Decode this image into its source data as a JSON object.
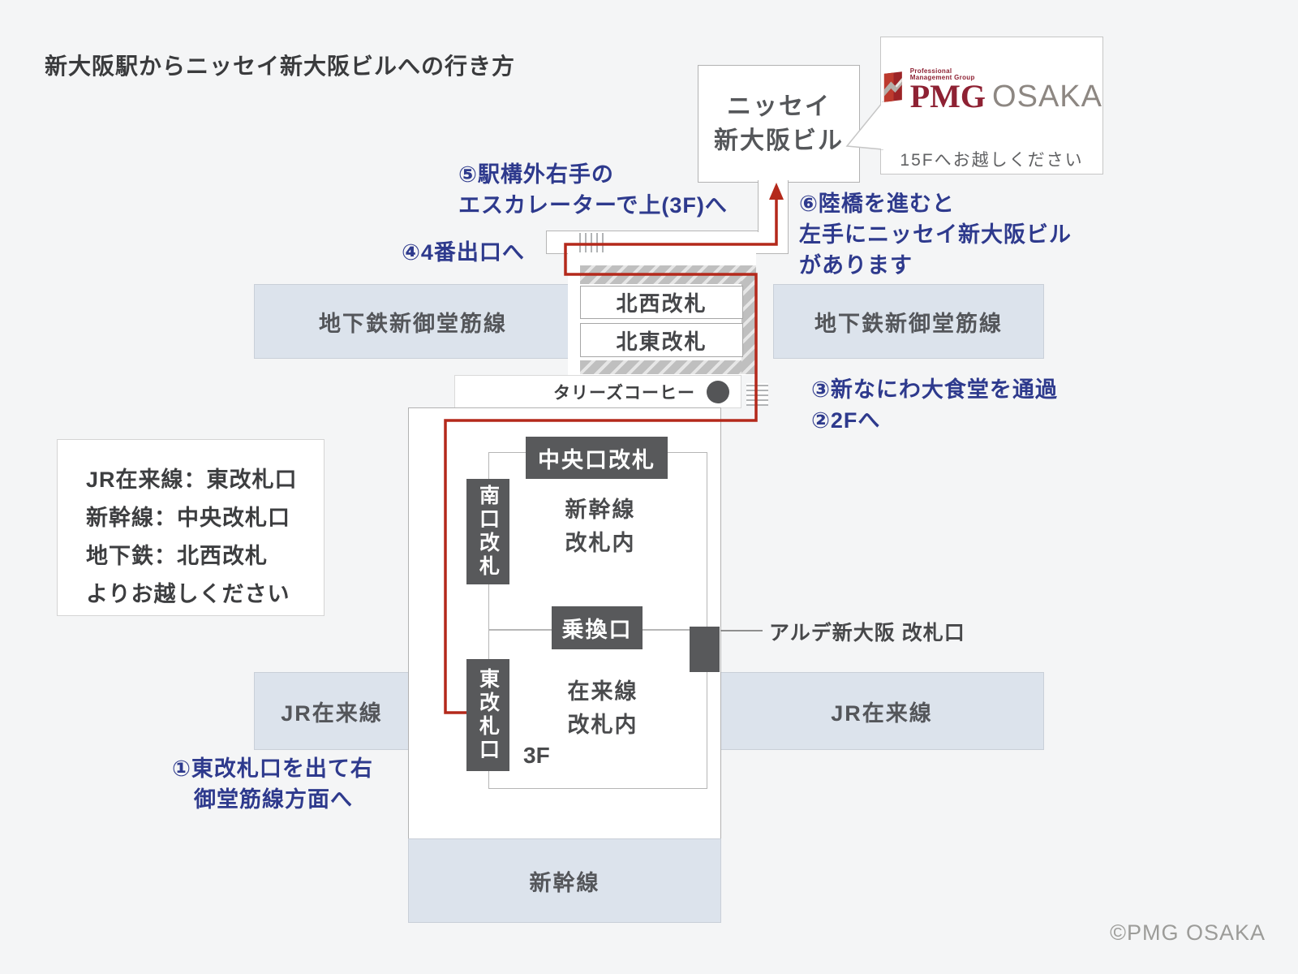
{
  "title": "新大阪駅からニッセイ新大阪ビルへの行き方",
  "building": {
    "line1": "ニッセイ",
    "line2": "新大阪ビル"
  },
  "pmg_bubble": {
    "logo_small": "Professional Management Group",
    "logo_main": "PMG",
    "logo_sub": "OSAKA",
    "message": "15Fへお越しください"
  },
  "annotations": {
    "step1": {
      "line1": "①東改札口を出て右",
      "line2": "御堂筋線方面へ"
    },
    "step23": {
      "line1": "③新なにわ大食堂を通過",
      "line2": "②2Fへ"
    },
    "step4": {
      "line1": "④4番出口へ"
    },
    "step5": {
      "line1": "⑤駅構外右手の",
      "line2": "エスカレーターで上(3F)へ"
    },
    "step6": {
      "line1": "⑥陸橋を進むと",
      "line2": "左手にニッセイ新大阪ビル",
      "line3": "があります"
    }
  },
  "station": {
    "subway_line_left": "地下鉄新御堂筋線",
    "subway_line_right": "地下鉄新御堂筋線",
    "gate_northwest": "北西改札",
    "gate_northeast": "北東改札",
    "tullys_coffee": "タリーズコーヒー",
    "gate_central": "中央口改札",
    "gate_south": "南口改札",
    "shinkansen_inside_line1": "新幹線",
    "shinkansen_inside_line2": "改札内",
    "gate_transfer": "乗換口",
    "arde_gate_label": "アルデ新大阪 改札口",
    "gate_east": "東改札口",
    "local_inside_line1": "在来線",
    "local_inside_line2": "改札内",
    "floor": "3F",
    "jr_local_left": "JR在来線",
    "jr_local_right": "JR在来線",
    "shinkansen_band": "新幹線"
  },
  "info_box": {
    "lines": [
      "JR在来線：東改札口",
      "新幹線：中央改札口",
      "地下鉄：北西改札",
      "よりお越しください"
    ]
  },
  "footer": {
    "copyright": "©PMG OSAKA"
  },
  "icons": {
    "stairs": "stairs-icon",
    "escalator": "escalator-icon",
    "tullys_dot": "tullys-dot-icon",
    "route_arrow": "route-arrow-icon",
    "pmg_flag": "pmg-flag-icon",
    "bubble_tail": "speech-bubble-tail"
  },
  "colors": {
    "background": "#f4f5f6",
    "rail_band": "#dce3ec",
    "dark_gate_box": "#58595b",
    "route_red": "#b4291b",
    "annotation_blue": "#2e3a8d",
    "pmg_red": "#8e2133",
    "pmg_gray": "#8d8782"
  }
}
